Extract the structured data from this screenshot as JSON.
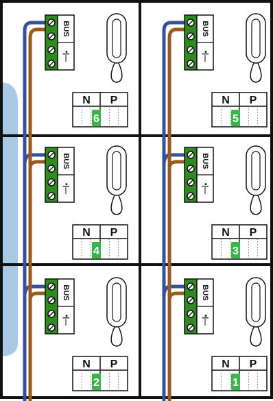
{
  "colors": {
    "frame": "#111111",
    "terminal_block": "#2e8b1e",
    "wire_blue": "#3a4f9c",
    "wire_brown": "#9a5a1e",
    "side_panel": "#a9c8e6",
    "dip_on": "#39b54a",
    "background": "#ffffff"
  },
  "labels": {
    "bus": "BUS",
    "button_symbol": "•|—"
  },
  "units": [
    {
      "id": "unit-6",
      "row": 0,
      "col": 0,
      "header_n": "N",
      "header_p": "P",
      "number": "6"
    },
    {
      "id": "unit-5",
      "row": 0,
      "col": 1,
      "header_n": "N",
      "header_p": "P",
      "number": "5"
    },
    {
      "id": "unit-4",
      "row": 1,
      "col": 0,
      "header_n": "N",
      "header_p": "P",
      "number": "4"
    },
    {
      "id": "unit-3",
      "row": 1,
      "col": 1,
      "header_n": "N",
      "header_p": "P",
      "number": "3"
    },
    {
      "id": "unit-2",
      "row": 2,
      "col": 0,
      "header_n": "N",
      "header_p": "P",
      "number": "2"
    },
    {
      "id": "unit-1",
      "row": 2,
      "col": 1,
      "header_n": "N",
      "header_p": "P",
      "number": "1"
    }
  ]
}
